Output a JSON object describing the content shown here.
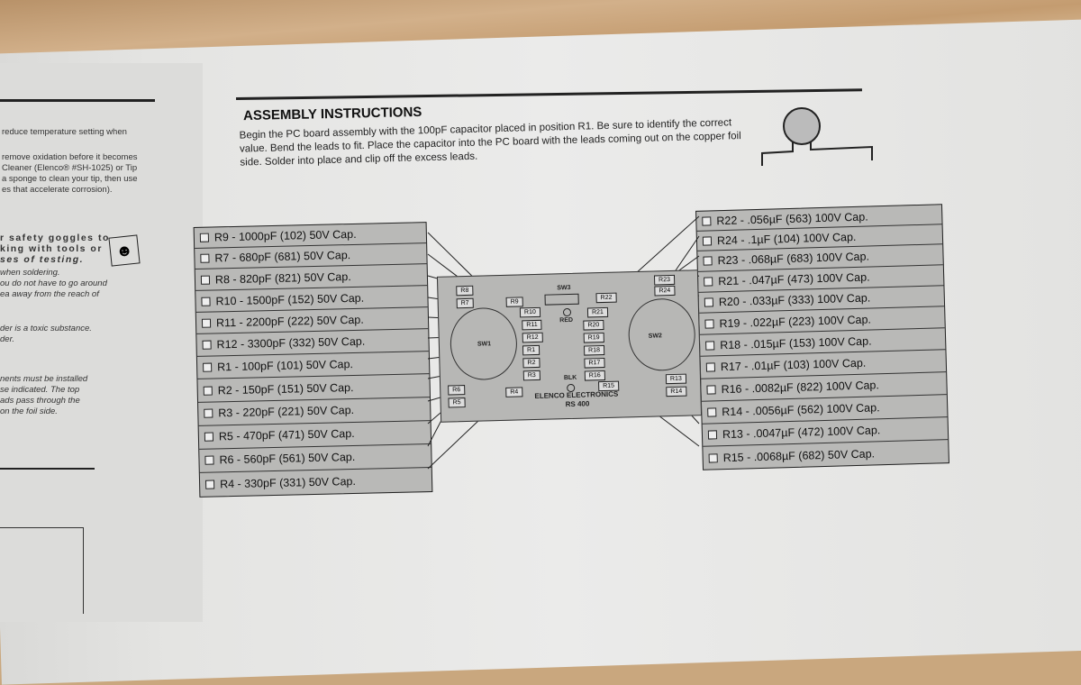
{
  "left_column": {
    "lines": [
      "reduce temperature setting when",
      "remove oxidation before it becomes",
      "Cleaner (Elenco® #SH-1025) or Tip",
      "a sponge to clean your tip, then use",
      "es that accelerate corrosion)."
    ],
    "safety_bold": [
      "r  safety  goggles  to",
      "king  with  tools  or",
      "ses of testing."
    ],
    "safety_italic": [
      "when soldering.",
      "ou do not have to go around",
      "ea away from the reach of"
    ],
    "toxic": [
      "der is a toxic substance.",
      "der."
    ],
    "install": [
      "nents must be installed",
      "se indicated. The top",
      "ads pass through the",
      "on the foil side."
    ]
  },
  "assembly": {
    "title": "ASSEMBLY INSTRUCTIONS",
    "intro": "Begin the PC board assembly with the 100pF capacitor placed in position R1. Be sure to identify the correct value. Bend the leads to fit. Place the capacitor into the PC board with the leads coming out on the copper foil side. Solder into place and clip off the excess leads."
  },
  "left_parts": [
    "R9 - 1000pF (102) 50V Cap.",
    "R7 - 680pF (681) 50V Cap.",
    "R8 - 820pF (821) 50V Cap.",
    "R10 - 1500pF (152) 50V Cap.",
    "R11 - 2200pF (222) 50V Cap.",
    "R12 - 3300pF (332) 50V Cap.",
    "R1 - 100pF (101) 50V Cap.",
    "R2 - 150pF (151) 50V Cap.",
    "R3 - 220pF (221) 50V Cap.",
    "R5 - 470pF (471) 50V Cap.",
    "R6 - 560pF (561) 50V Cap.",
    "R4 - 330pF (331) 50V Cap."
  ],
  "right_parts": [
    "R22 - .056µF (563) 100V Cap.",
    "R24 - .1µF (104) 100V Cap.",
    "R23 - .068µF (683) 100V Cap.",
    "R21 - .047µF (473) 100V Cap.",
    "R20 - .033µF (333) 100V Cap.",
    "R19 - .022µF (223) 100V Cap.",
    "R18 - .015µF (153) 100V Cap.",
    "R17 - .01µF (103) 100V Cap.",
    "R16 - .0082µF (822) 100V Cap.",
    "R14 - .0056µF (562) 100V Cap.",
    "R13 - .0047µF (472) 100V Cap.",
    "R15 - .0068µF (682) 50V Cap."
  ],
  "board": {
    "sw1": "SW1",
    "sw2": "SW2",
    "sw3": "SW3",
    "red": "RED",
    "blk": "BLK",
    "brand": "ELENCO  ELECTRONICS",
    "model": "RS  400",
    "parts_left": [
      "R8",
      "R7",
      "R9",
      "R10",
      "R11",
      "R12",
      "R1",
      "R2",
      "R3",
      "R6",
      "R5",
      "R4"
    ],
    "parts_right": [
      "R23",
      "R24",
      "R22",
      "R21",
      "R20",
      "R19",
      "R18",
      "R17",
      "R16",
      "R15",
      "R13",
      "R14"
    ]
  }
}
